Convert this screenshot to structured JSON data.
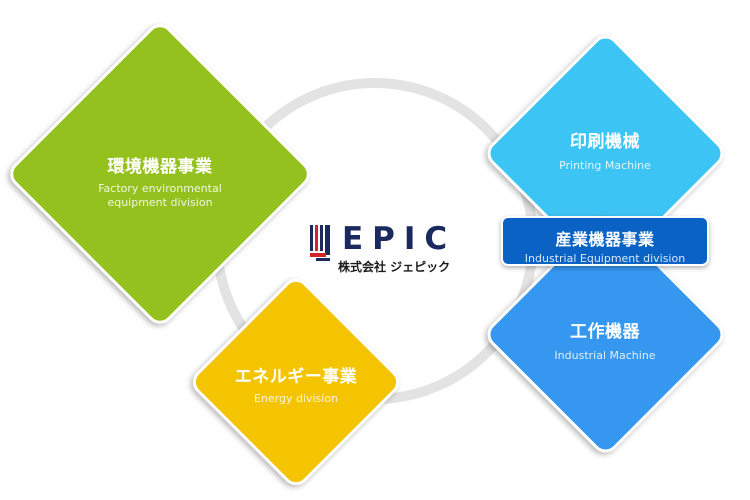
{
  "divisions": {
    "factory": {
      "jp": "環境機器事業",
      "en_line1": "Factory environmental",
      "en_line2": "equipment division",
      "color": "#95c11f"
    },
    "printing": {
      "jp": "印刷機械",
      "en": "Printing Machine",
      "color": "#3cc4f4"
    },
    "industrial_equipment": {
      "jp": "産業機器事業",
      "en": "Industrial Equipment division",
      "color": "#0a63c4"
    },
    "industrial_machine": {
      "jp": "工作機器",
      "en": "Industrial Machine",
      "color": "#3597f0"
    },
    "energy": {
      "jp": "エネルギー事業",
      "en": "Energy division",
      "color": "#f5c400"
    }
  },
  "logo": {
    "name": "EPIC",
    "company": "株式会社 ジェピック",
    "mark_colors": {
      "navy": "#1a2a5e",
      "red": "#d2232a"
    }
  },
  "ring_color": "#e3e3e3"
}
